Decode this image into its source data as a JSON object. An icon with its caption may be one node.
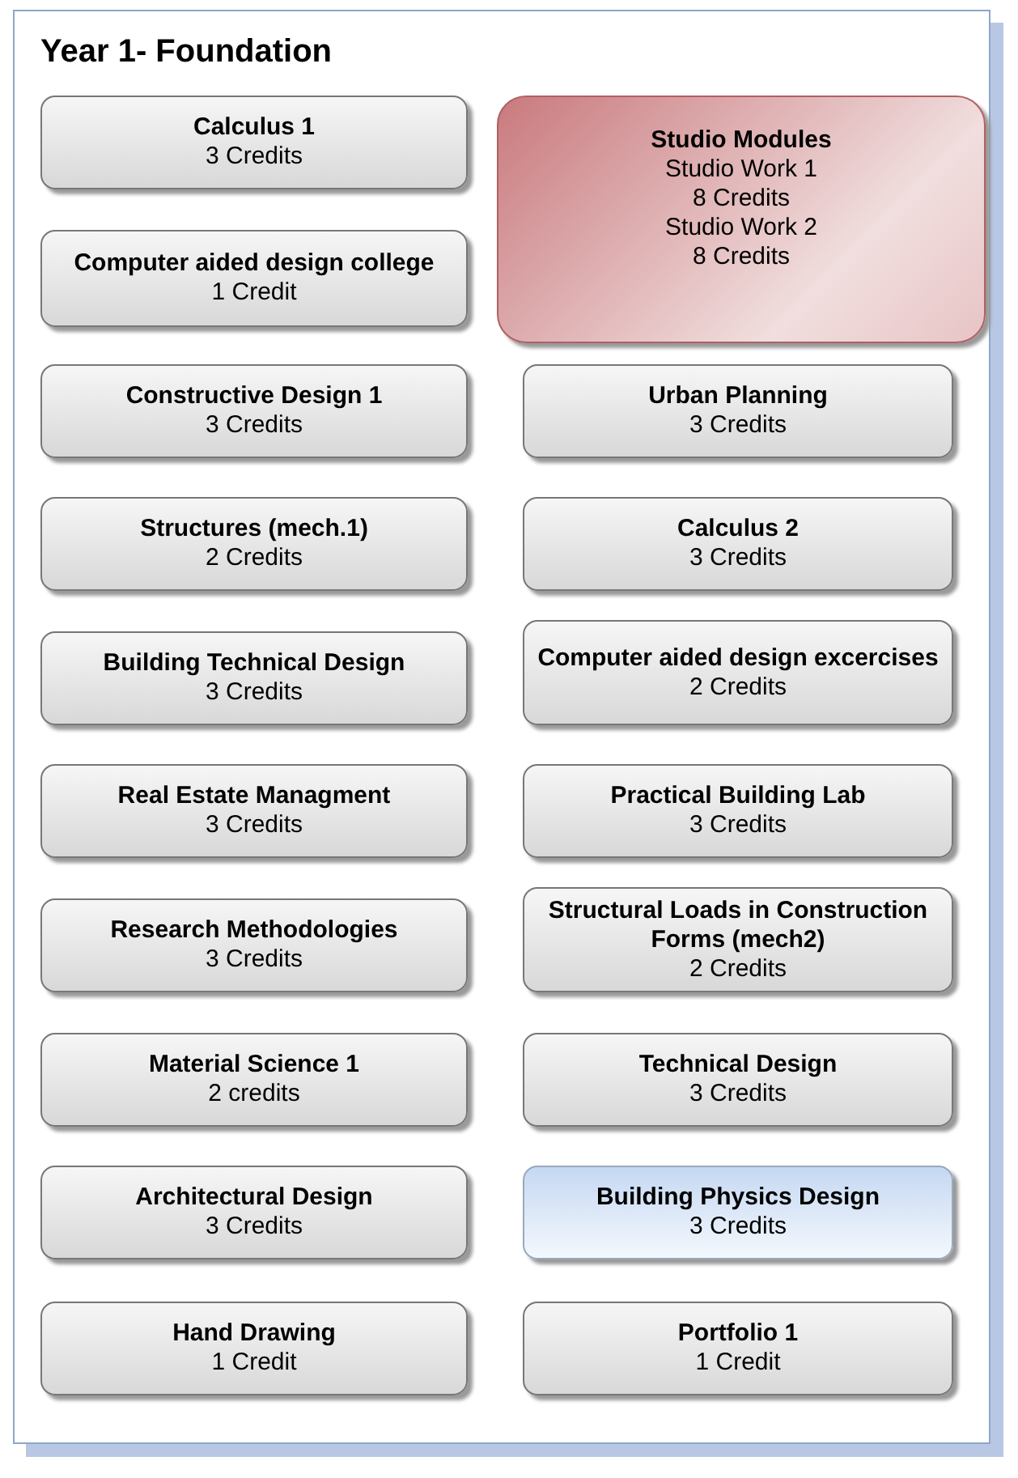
{
  "diagram": {
    "nodes": [
      {
        "text": [
          "Year 1- Foundation"
        ]
      },
      {
        "text": [
          "Calculus 1",
          "3 Credits"
        ],
        "in": 0
      },
      {
        "text": [
          "Studio Modules",
          "Studio Work 1",
          "8 Credits",
          "Studio Work 2",
          "8 Credits"
        ],
        "in": 0
      },
      {
        "text": [
          "Computer aided design college",
          "1 Credit"
        ],
        "in": 0
      },
      {
        "text": [
          "Constructive Design 1",
          "3 Credits"
        ],
        "in": 0
      },
      {
        "text": [
          "Urban Planning",
          "3 Credits"
        ],
        "in": 0
      },
      {
        "text": [
          "Structures (mech.1)",
          "2 Credits"
        ],
        "in": 0
      },
      {
        "text": [
          "Calculus 2",
          "3 Credits"
        ],
        "in": 0
      },
      {
        "text": [
          "Building Technical Design",
          "3 Credits"
        ],
        "in": 0
      },
      {
        "text": [
          "Computer aided design excercises",
          "2 Credits"
        ],
        "in": 0
      },
      {
        "text": [
          "Real Estate Managment",
          "3 Credits"
        ],
        "in": 0
      },
      {
        "text": [
          "Practical Building Lab",
          "3 Credits"
        ],
        "in": 0
      },
      {
        "text": [
          "Research Methodologies",
          "3 Credits"
        ],
        "in": 0
      },
      {
        "text": [
          "Structural Loads in Construction Forms (mech2)",
          "2 Credits"
        ],
        "in": 0
      },
      {
        "text": [
          "Material Science 1",
          "2 credits"
        ],
        "in": 0
      },
      {
        "text": [
          "Technical Design",
          "3 Credits"
        ],
        "in": 0
      },
      {
        "text": [
          "Architectural Design",
          "3 Credits"
        ],
        "in": 0
      },
      {
        "text": [
          "Building Physics Design",
          "3 Credits"
        ],
        "in": 0
      },
      {
        "text": [
          "Hand Drawing",
          "1 Credit"
        ],
        "in": 0
      },
      {
        "text": [
          "Portfolio 1",
          "1 Credit"
        ],
        "in": 0
      }
    ],
    "edges": []
  }
}
